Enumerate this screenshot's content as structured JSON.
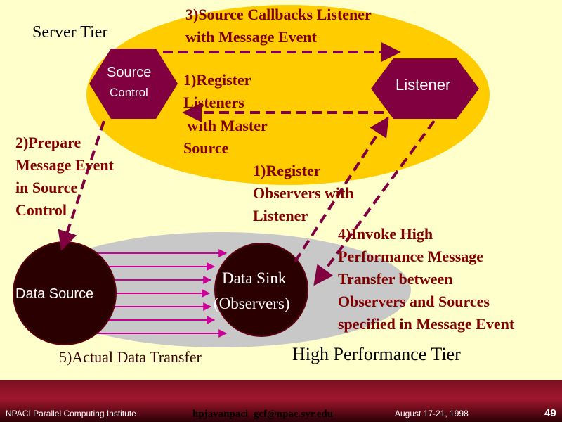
{
  "tiers": {
    "server": "Server Tier",
    "performance": "High Performance Tier"
  },
  "nodes": {
    "source_control": {
      "line1": "Source",
      "line2": "Control"
    },
    "listener": "Listener",
    "data_source": "Data Source",
    "data_sink": {
      "line1": "Data Sink",
      "line2": "(Observers)"
    }
  },
  "steps": {
    "callbacks": [
      "3)Source Callbacks Listener",
      "with Message Event"
    ],
    "register_listeners": [
      "1)Register",
      "Listeners",
      " with Master",
      "Source"
    ],
    "prepare_event": [
      "2)Prepare",
      "Message Event",
      "in Source",
      "Control"
    ],
    "register_observers": [
      "1)Register",
      "Observers with",
      "Listener"
    ],
    "invoke_transfer": [
      "4)Invoke High",
      "Performance Message",
      "Transfer between",
      "Observers and Sources",
      "specified in Message Event"
    ],
    "actual_transfer": "5)Actual Data Transfer"
  },
  "footer": {
    "institute": "NPACI Parallel Computing Institute",
    "contact": "hpjavanpaci  gcf@npac.syr.edu",
    "date": "August 17-21, 1998",
    "page": "49"
  },
  "colors": {
    "background": "#FFFFCC",
    "server_tier": "#FFCC00",
    "performance_tier": "#C8C8C8",
    "node_hexagon": "#800040",
    "node_circle": "#2B0000",
    "arrow_dashed": "#800040",
    "arrow_solid": "#CC0099",
    "step_text": "#800000"
  }
}
